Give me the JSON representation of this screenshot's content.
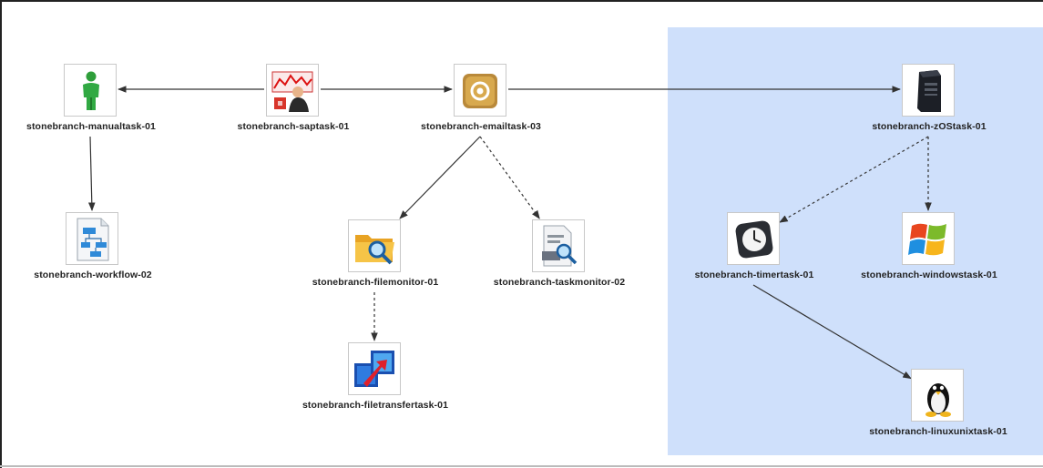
{
  "diagram": {
    "nodes": [
      {
        "id": "manualtask",
        "label": "stonebranch-manualtask-01",
        "icon": "person-icon"
      },
      {
        "id": "saptask",
        "label": "stonebranch-saptask-01",
        "icon": "sap-business-icon"
      },
      {
        "id": "emailtask",
        "label": "stonebranch-emailtask-03",
        "icon": "email-at-icon"
      },
      {
        "id": "zostask",
        "label": "stonebranch-zOStask-01",
        "icon": "server-tower-icon"
      },
      {
        "id": "workflow",
        "label": "stonebranch-workflow-02",
        "icon": "workflow-document-icon"
      },
      {
        "id": "filemonitor",
        "label": "stonebranch-filemonitor-01",
        "icon": "folder-magnifier-icon"
      },
      {
        "id": "taskmonitor",
        "label": "stonebranch-taskmonitor-02",
        "icon": "task-magnifier-icon"
      },
      {
        "id": "timertask",
        "label": "stonebranch-timertask-01",
        "icon": "clock-icon"
      },
      {
        "id": "windowstask",
        "label": "stonebranch-windowstask-01",
        "icon": "windows-flag-icon"
      },
      {
        "id": "filetransfertask",
        "label": "stonebranch-filetransfertask-01",
        "icon": "file-transfer-icon"
      },
      {
        "id": "linuxunixtask",
        "label": "stonebranch-linuxunixtask-01",
        "icon": "linux-penguin-icon"
      }
    ],
    "edges": [
      {
        "from": "saptask",
        "to": "manualtask",
        "style": "solid"
      },
      {
        "from": "saptask",
        "to": "emailtask",
        "style": "solid"
      },
      {
        "from": "emailtask",
        "to": "zostask",
        "style": "solid"
      },
      {
        "from": "manualtask",
        "to": "workflow",
        "style": "solid"
      },
      {
        "from": "emailtask",
        "to": "filemonitor",
        "style": "solid"
      },
      {
        "from": "emailtask",
        "to": "taskmonitor",
        "style": "dashed"
      },
      {
        "from": "zostask",
        "to": "timertask",
        "style": "dashed"
      },
      {
        "from": "zostask",
        "to": "windowstask",
        "style": "dashed"
      },
      {
        "from": "filemonitor",
        "to": "filetransfertask",
        "style": "dashed"
      },
      {
        "from": "timertask",
        "to": "linuxunixtask",
        "style": "solid"
      }
    ],
    "lane_color": "#cfe0fb",
    "edge_color": "#333333"
  }
}
